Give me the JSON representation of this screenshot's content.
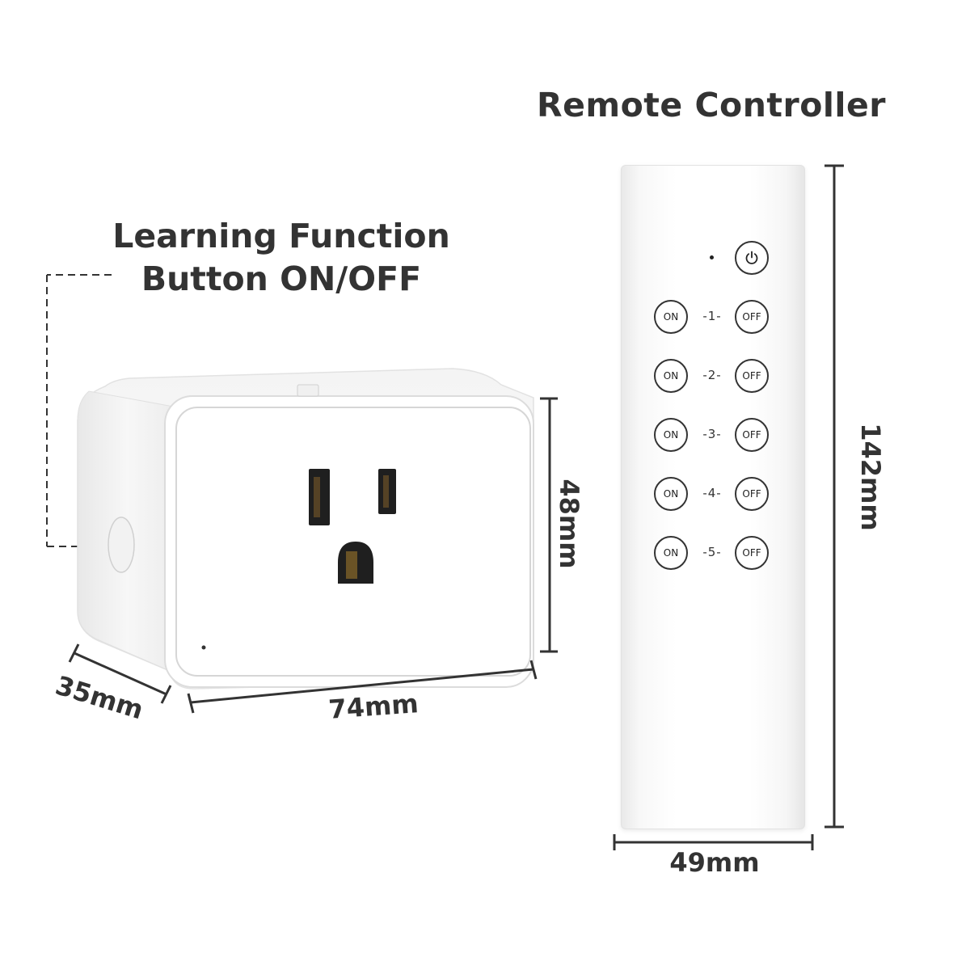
{
  "remote_title": "Remote Controller",
  "learning_title": {
    "line1": "Learning Function",
    "line2": "Button ON/OFF"
  },
  "dimensions": {
    "remote_height": "142mm",
    "remote_width": "49mm",
    "plug_height": "48mm",
    "plug_width": "74mm",
    "plug_depth": "35mm"
  },
  "remote": {
    "power_icon": "power-icon",
    "rows": [
      {
        "on": "ON",
        "channel": "-1-",
        "off": "OFF"
      },
      {
        "on": "ON",
        "channel": "-2-",
        "off": "OFF"
      },
      {
        "on": "ON",
        "channel": "-3-",
        "off": "OFF"
      },
      {
        "on": "ON",
        "channel": "-4-",
        "off": "OFF"
      },
      {
        "on": "ON",
        "channel": "-5-",
        "off": "OFF"
      }
    ]
  },
  "colors": {
    "text": "#333333",
    "device_body": "#ffffff",
    "outline": "#222222"
  }
}
